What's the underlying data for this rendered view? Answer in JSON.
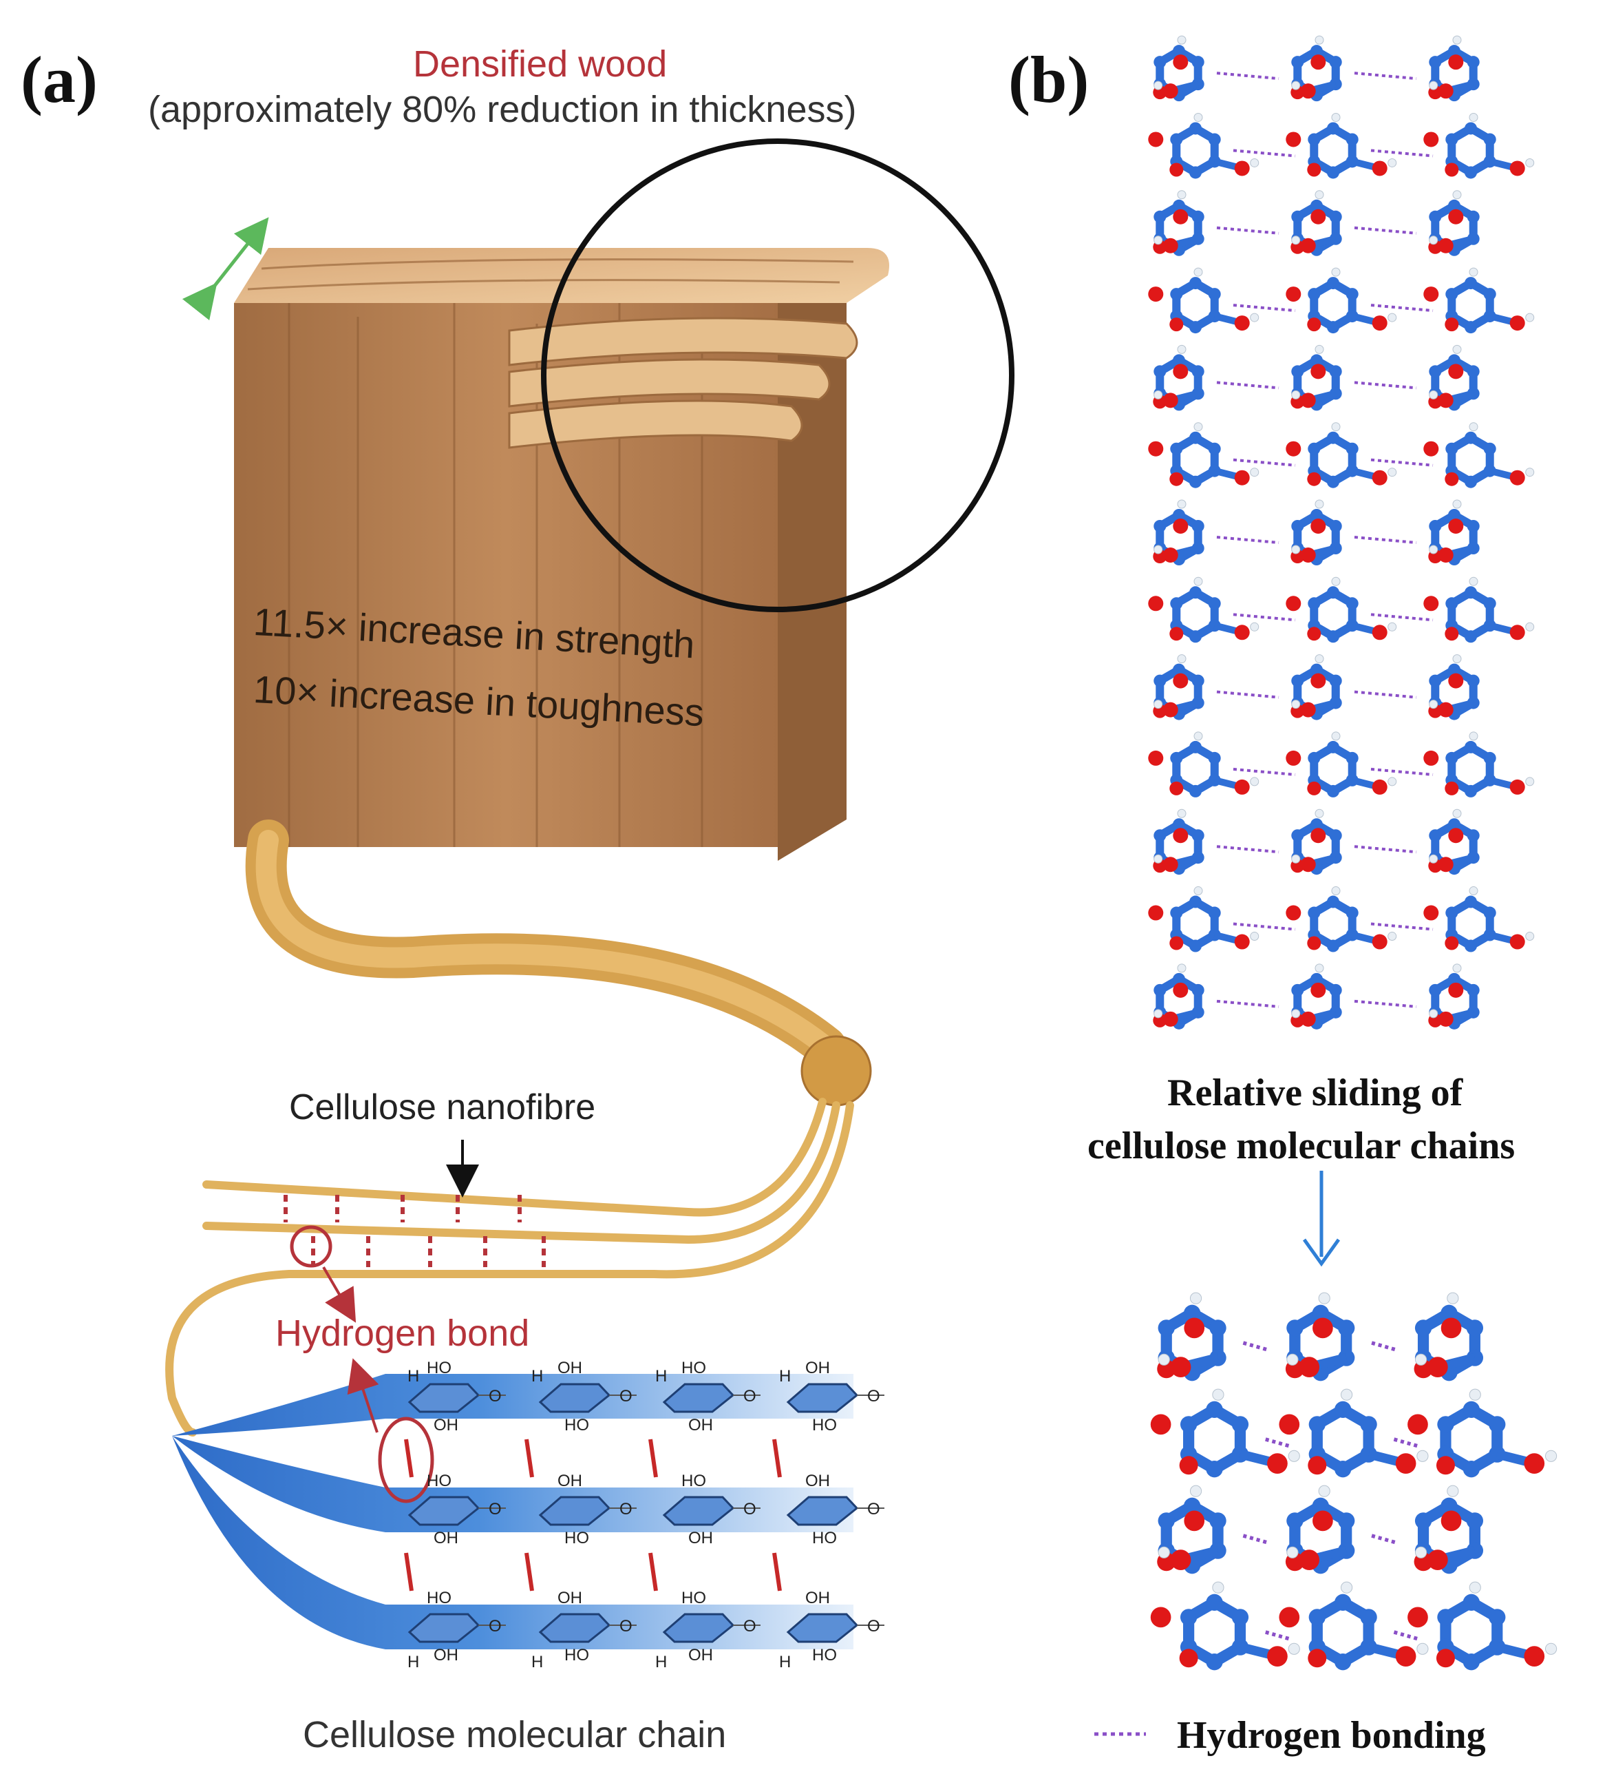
{
  "panel_a": {
    "label": "(a)",
    "title": "Densified wood",
    "subtitle": "(approximately 80% reduction in thickness)",
    "strength": "11.5× increase in strength",
    "toughness": "10× increase in toughness",
    "nanofibre_label": "Cellulose nanofibre",
    "hbond_label": "Hydrogen bond",
    "chain_label": "Cellulose molecular chain",
    "chem_labels": {
      "ho": "HO",
      "oh": "OH",
      "h": "H",
      "o": "O"
    }
  },
  "panel_b": {
    "label": "(b)",
    "sliding_line1": "Relative sliding of",
    "sliding_line2": "cellulose molecular chains",
    "legend_label": "Hydrogen bonding"
  },
  "colors": {
    "accent_red": "#b5333a",
    "wood": "#b98455",
    "fiber": "#e3b562",
    "blue_ribbon": "#3f7fd0",
    "carbon": "#2f6fd6",
    "oxygen": "#e01818",
    "hydrogen": "#e8eef4",
    "hbond": "#8a4fc7",
    "arrow_blue": "#2f7fd6",
    "green_arrow": "#5cb85c"
  }
}
